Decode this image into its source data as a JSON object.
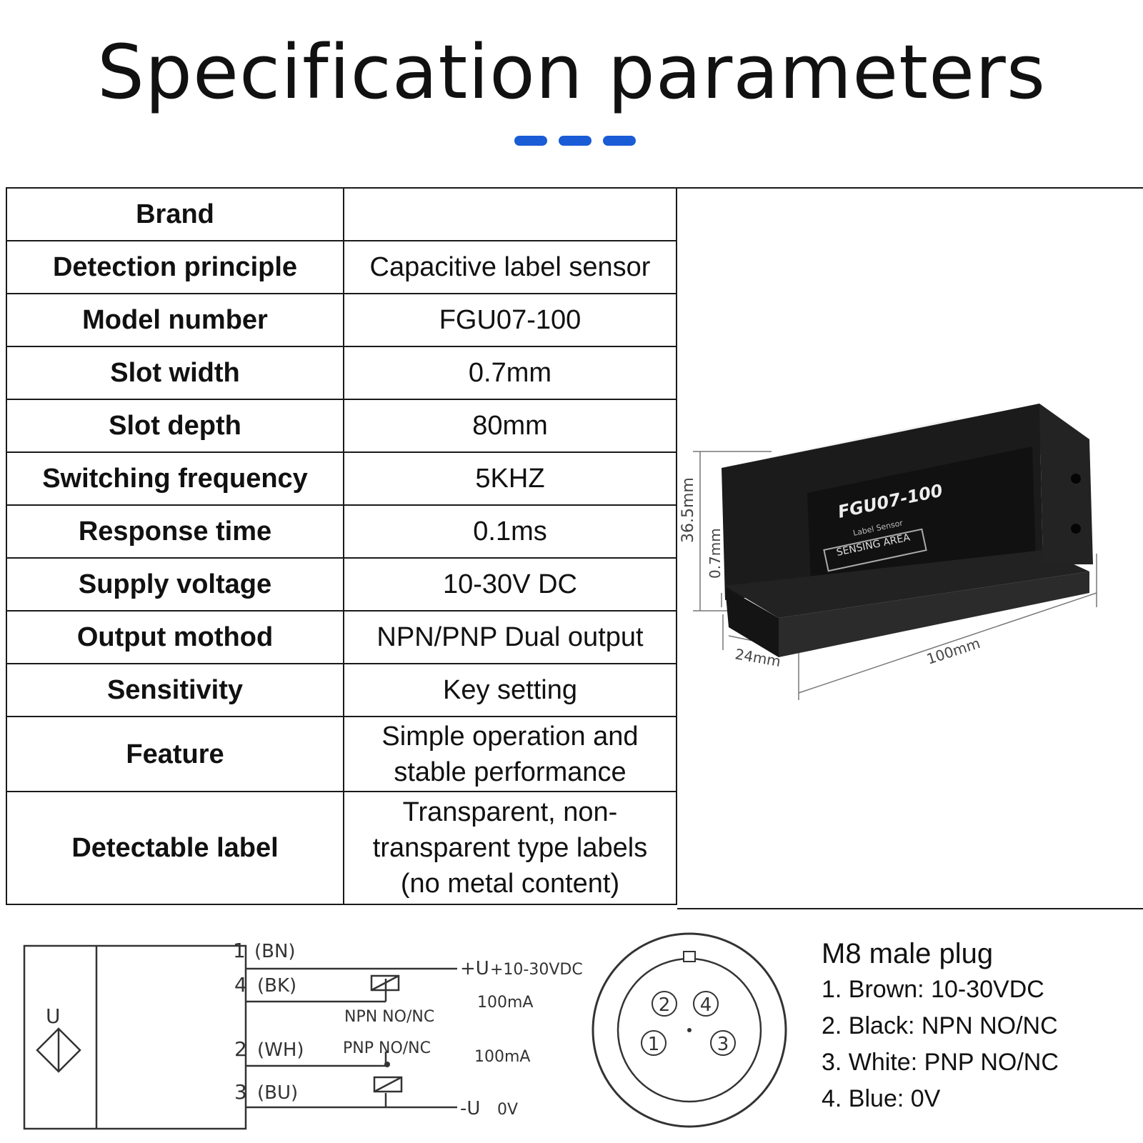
{
  "title": "Specification parameters",
  "accent_color": "#1a5bd6",
  "specs": {
    "brand": {
      "label": "Brand",
      "value": ""
    },
    "detection_principle": {
      "label": "Detection principle",
      "value": "Capacitive label sensor"
    },
    "model_number": {
      "label": "Model number",
      "value": "FGU07-100"
    },
    "slot_width": {
      "label": "Slot width",
      "value": "0.7mm"
    },
    "slot_depth": {
      "label": "Slot depth",
      "value": "80mm"
    },
    "switching_frequency": {
      "label": "Switching frequency",
      "value": "5KHZ"
    },
    "response_time": {
      "label": "Response time",
      "value": "0.1ms"
    },
    "supply_voltage": {
      "label": "Supply voltage",
      "value": "10-30V DC"
    },
    "output_method": {
      "label": "Output mothod",
      "value": "NPN/PNP Dual output"
    },
    "sensitivity": {
      "label": "Sensitivity",
      "value": "Key setting"
    },
    "feature": {
      "label": "Feature",
      "value_line1": "Simple operation and",
      "value_line2": "stable performance"
    },
    "detectable_label": {
      "label": "Detectable label",
      "value_line1": "Transparent, non-",
      "value_line2": "transparent type labels",
      "value_line3": "(no metal content)"
    }
  },
  "product": {
    "model": "FGU07-100",
    "subtitle": "Label Sensor",
    "sensing_area": "SENSING AREA",
    "dim_height": "36.5mm",
    "dim_slot": "0.7mm",
    "dim_depth": "24mm",
    "dim_length": "100mm"
  },
  "wiring": {
    "u_symbol": "U",
    "pin1": "1",
    "pin1_color": "(BN)",
    "pin4": "4",
    "pin4_color": "(BK)",
    "pin2": "2",
    "pin2_color": "(WH)",
    "pin3": "3",
    "pin3_color": "(BU)",
    "plus_u": "+U",
    "supply": "+10-30VDC",
    "npn": "NPN NO/NC",
    "pnp": "PNP NO/NC",
    "current1": "100mA",
    "current2": "100mA",
    "minus_u": "-U",
    "zero_v": "0V"
  },
  "plug_pins": {
    "p1": "1",
    "p2": "2",
    "p3": "3",
    "p4": "4"
  },
  "plug": {
    "title": "M8 male plug",
    "items": [
      "1.  Brown: 10-30VDC",
      "2.  Black:  NPN NO/NC",
      "3.  White: PNP NO/NC",
      "4.  Blue:  0V"
    ]
  }
}
